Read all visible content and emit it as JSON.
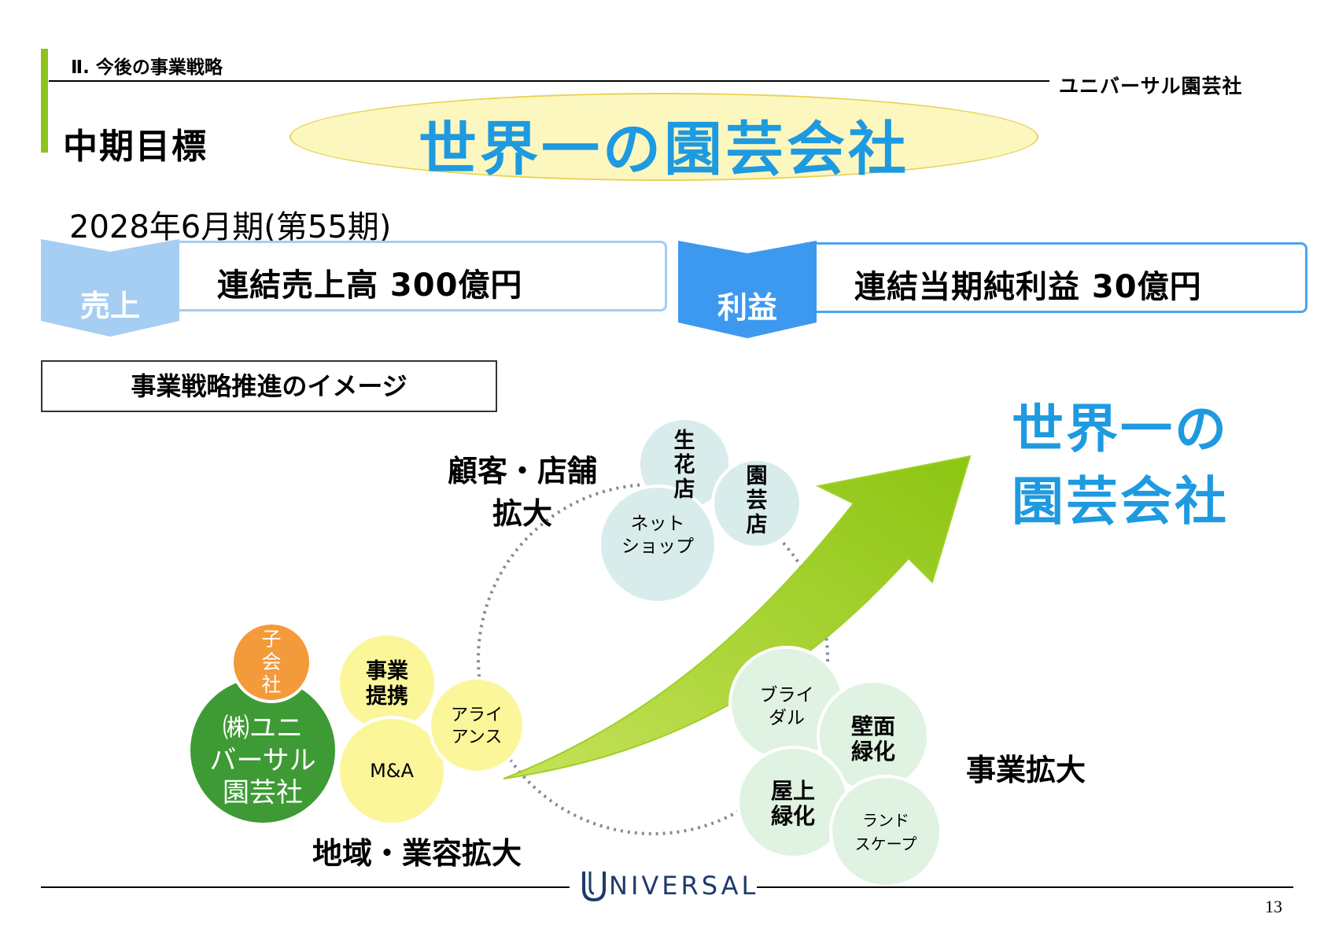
{
  "header": {
    "section": "Ⅱ. 今後の事業戦略",
    "company": "ユニバーサル園芸社",
    "heading": "中期目標",
    "slogan": "世界一の園芸会社"
  },
  "targets": {
    "period": "2028年6月期(第55期)",
    "sales": {
      "label": "売上",
      "text": "連結売上高 300億円"
    },
    "profit": {
      "label": "利益",
      "text": "連結当期純利益 30億円"
    }
  },
  "strategy": {
    "title": "事業戦略推進のイメージ",
    "goal_line1": "世界一の",
    "goal_line2": "園芸会社",
    "customer_label_1": "顧客・店舗",
    "customer_label_2": "拡大",
    "region_label": "地域・業容拡大",
    "business_label": "事業拡大",
    "company_circle": {
      "line1": "㈱ユニ",
      "line2": "バーサル",
      "line3": "園芸社"
    },
    "subsidiary": {
      "line1": "子",
      "line2": "会",
      "line3": "社"
    },
    "partnership": {
      "line1": "事業",
      "line2": "提携"
    },
    "ma": "M&A",
    "alliance": {
      "line1": "アライ",
      "line2": "アンス"
    },
    "flowers": {
      "line1": "生",
      "line2": "花",
      "line3": "店"
    },
    "garden_shop": {
      "line1": "園",
      "line2": "芸",
      "line3": "店"
    },
    "net_shop": {
      "line1": "ネット",
      "line2": "ショップ"
    },
    "bridal": {
      "line1": "ブライ",
      "line2": "ダル"
    },
    "wall_greening": {
      "line1": "壁面",
      "line2": "緑化"
    },
    "roof_greening": {
      "line1": "屋上",
      "line2": "緑化"
    },
    "landscape": {
      "line1": "ランド",
      "line2": "スケープ"
    }
  },
  "footer": {
    "logo": "NIVERSAL",
    "page": "13"
  },
  "colors": {
    "accent_blue": "#1e9ae0",
    "arrow_green": "#9ccf1c",
    "company_green": "#3e9a35",
    "subsidiary_orange": "#f39a3a",
    "partner_yellow": "#fbf69a"
  }
}
